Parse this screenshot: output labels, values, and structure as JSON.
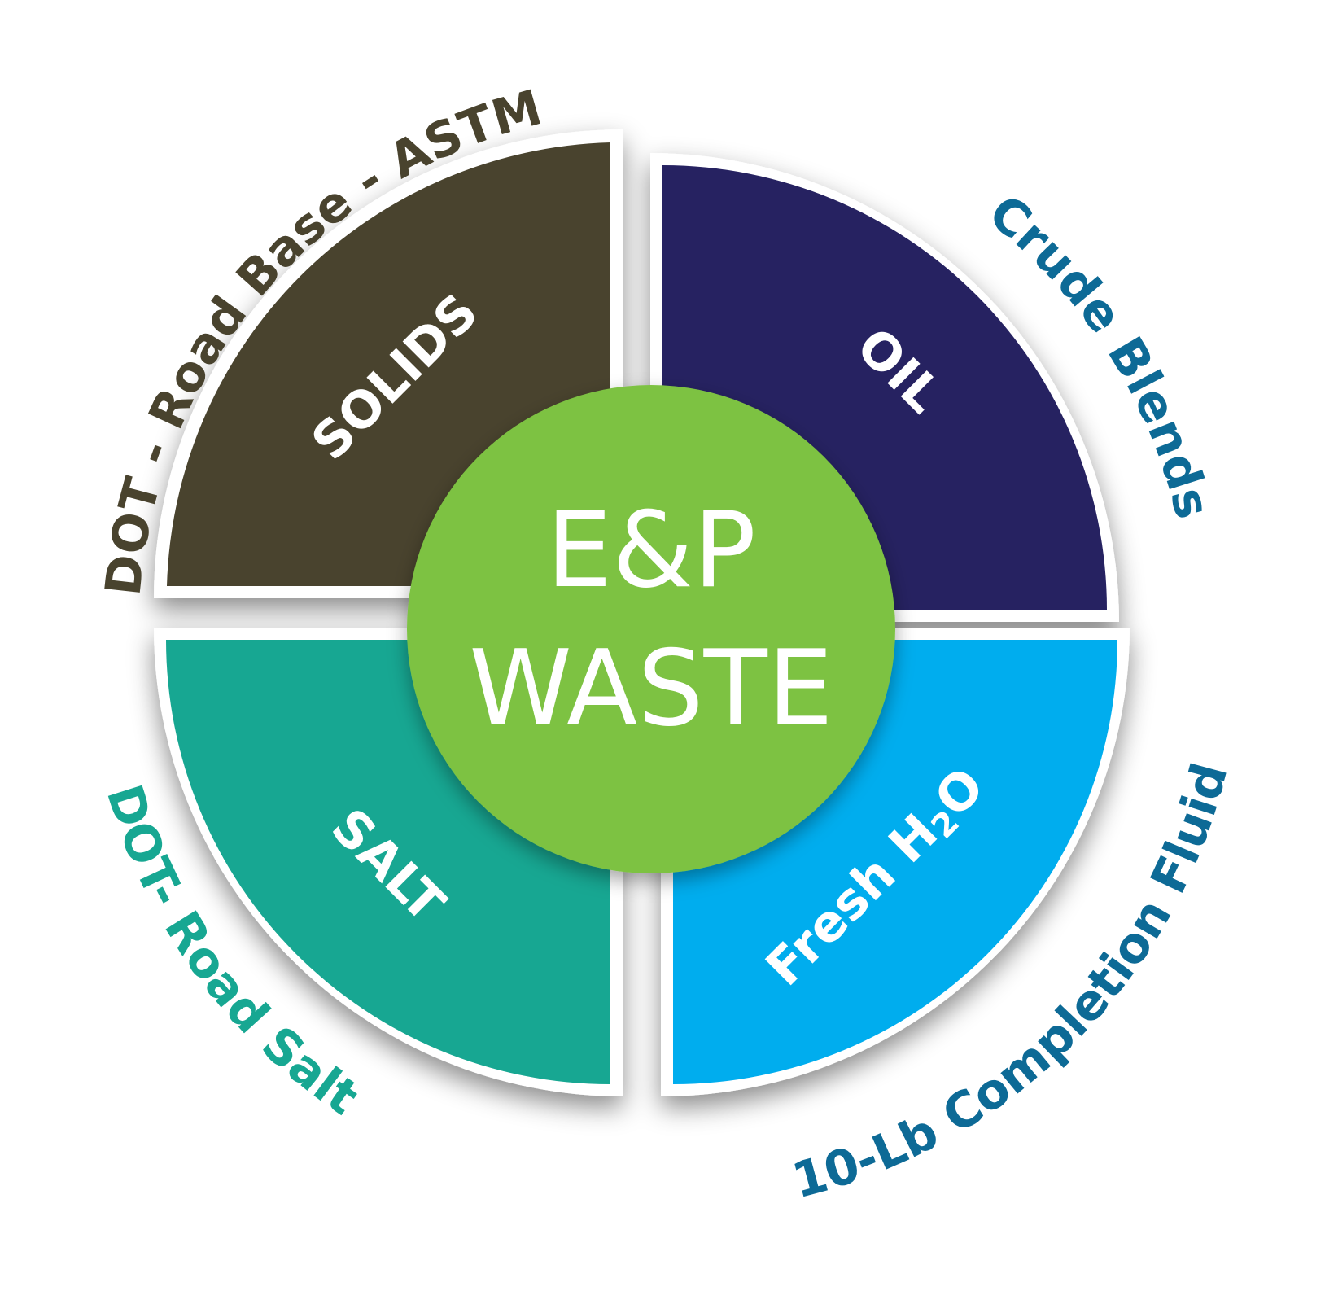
{
  "center": {
    "line1": "E&P",
    "line2": "WASTE",
    "color": "#7dc243"
  },
  "quadrants": {
    "solids": {
      "label": "SOLIDS",
      "color": "#49432e"
    },
    "oil": {
      "label": "OIL",
      "color": "#262261"
    },
    "salt": {
      "label": "SALT",
      "color": "#17a792"
    },
    "fresh": {
      "label_main": "Fresh H",
      "label_sub": "2",
      "label_end": "O",
      "color": "#00adee"
    }
  },
  "outer_labels": {
    "top_left": {
      "text": "DOT - Road Base - ASTM",
      "color": "#49432e"
    },
    "top_right": {
      "text": "Crude Blends",
      "color": "#0d6a96"
    },
    "bottom_left": {
      "text": "DOT- Road Salt",
      "color": "#17a792"
    },
    "bottom_right": {
      "text": "10-Lb Completion Fluid",
      "color": "#0d6a96"
    }
  }
}
